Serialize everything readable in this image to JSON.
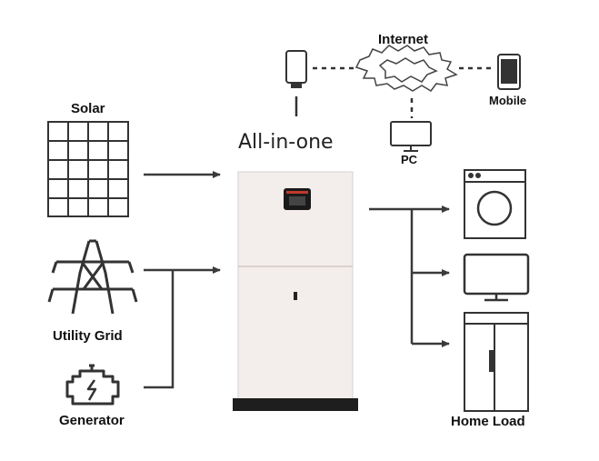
{
  "labels": {
    "solar": "Solar",
    "utility_grid": "Utility Grid",
    "generator": "Generator",
    "all_in_one": "All-in-one",
    "internet": "Internet",
    "mobile": "Mobile",
    "pc": "PC",
    "home_load": "Home Load"
  },
  "icons": {
    "solar": "solar-panel-icon",
    "utility_grid": "power-tower-icon",
    "generator": "generator-icon",
    "wifi_module": "wifi-dongle-icon",
    "cloud": "cloud-icon",
    "mobile": "mobile-phone-icon",
    "pc": "pc-monitor-icon",
    "washer": "washing-machine-icon",
    "tv": "tv-icon",
    "fridge": "refrigerator-icon"
  },
  "colors": {
    "line": "#3a3a3a",
    "cabinet": "#f3eeeb",
    "display_red": "#c0392b"
  }
}
